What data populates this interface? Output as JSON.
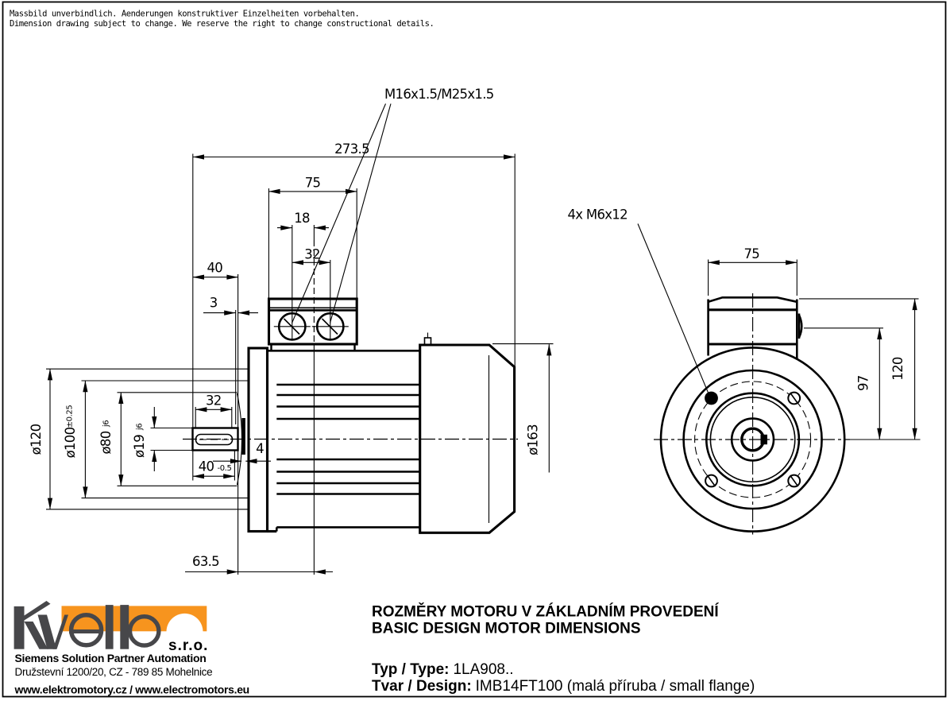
{
  "disclaimer": {
    "line1": "Massbild unverbindlich. Aenderungen konstruktiver Einzelheiten vorbehalten.",
    "line2": "Dimension drawing subject to change. We reserve the right to change constructional details."
  },
  "side_view": {
    "cable_gland_label": "M16x1.5/M25x1.5",
    "dims": {
      "total_length": "273.5",
      "box_width": "75",
      "gland_offset": "18",
      "gland_spacing": "32",
      "shaft_length_top": "40",
      "spigot_gap": "3",
      "flange_dia": "ø120",
      "bolt_circle_dia": "ø100",
      "bolt_circle_tol": "±0.25",
      "spigot_dia": "ø80",
      "spigot_tol": "j6",
      "shaft_dia": "ø19",
      "shaft_tol": "j6",
      "key_length": "32",
      "shaft_length": "40",
      "shaft_length_tol": "-0.5",
      "spigot_step": "4",
      "face_to_gland_axis": "63.5",
      "frame_dia": "ø163"
    }
  },
  "front_view": {
    "flange_holes_label": "4x M6x12",
    "dims": {
      "box_width": "75",
      "connector_height": "97",
      "box_height": "120"
    }
  },
  "title_block": {
    "title_cz": "ROZMĚRY MOTORU V ZÁKLADNÍM PROVEDENÍ",
    "title_en": "BASIC DESIGN MOTOR DIMENSIONS",
    "type_label": "Typ / Type:",
    "type_value": "1LA908..",
    "design_label": "Tvar / Design:",
    "design_value": "IMB14FT100 (malá příruba / small flange)"
  },
  "logo": {
    "name": "Kvelb",
    "suffix": "s.r.o.",
    "partner": "Siemens Solution Partner Automation",
    "address": "Družstevní 1200/20, CZ - 789 85 Mohelnice",
    "web": "www.elektromotory.cz / www.electromotors.eu",
    "orange": "#F7941E",
    "gray": "#47474A"
  }
}
